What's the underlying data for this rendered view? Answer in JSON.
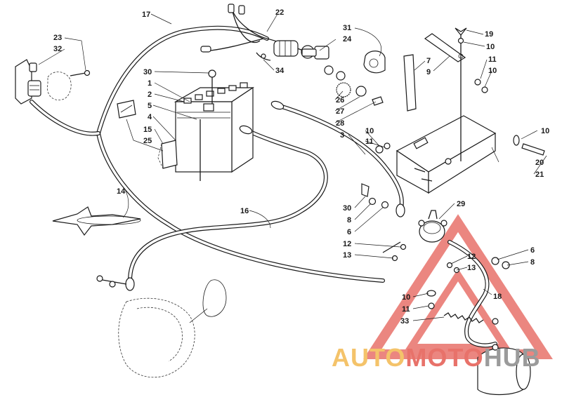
{
  "watermark": {
    "word_auto": "AUTO",
    "word_moto": "MOTO",
    "word_hub": "HUB",
    "color_auto": "#f4c36a",
    "color_moto": "#e8726a",
    "color_hub": "#9b9b9b",
    "triangle_color": "#e8726a"
  },
  "callouts": [
    {
      "id": "c17a",
      "label": "17"
    },
    {
      "id": "c22",
      "label": "22"
    },
    {
      "id": "c23",
      "label": "23"
    },
    {
      "id": "c32",
      "label": "32"
    },
    {
      "id": "c34",
      "label": "34"
    },
    {
      "id": "c31",
      "label": "31"
    },
    {
      "id": "c24",
      "label": "24"
    },
    {
      "id": "c19",
      "label": "19"
    },
    {
      "id": "c10a",
      "label": "10"
    },
    {
      "id": "c7",
      "label": "7"
    },
    {
      "id": "c9",
      "label": "9"
    },
    {
      "id": "c11a",
      "label": "11"
    },
    {
      "id": "c10b",
      "label": "10"
    },
    {
      "id": "c30a",
      "label": "30"
    },
    {
      "id": "c1",
      "label": "1"
    },
    {
      "id": "c2",
      "label": "2"
    },
    {
      "id": "c5",
      "label": "5"
    },
    {
      "id": "c4",
      "label": "4"
    },
    {
      "id": "c15",
      "label": "15"
    },
    {
      "id": "c25",
      "label": "25"
    },
    {
      "id": "c26",
      "label": "26"
    },
    {
      "id": "c27",
      "label": "27"
    },
    {
      "id": "c28",
      "label": "28"
    },
    {
      "id": "c3",
      "label": "3"
    },
    {
      "id": "c10c",
      "label": "10"
    },
    {
      "id": "c11b",
      "label": "11"
    },
    {
      "id": "c10d",
      "label": "10"
    },
    {
      "id": "c20",
      "label": "20"
    },
    {
      "id": "c21",
      "label": "21"
    },
    {
      "id": "c14",
      "label": "14"
    },
    {
      "id": "c16",
      "label": "16"
    },
    {
      "id": "c30b",
      "label": "30"
    },
    {
      "id": "c8a",
      "label": "8"
    },
    {
      "id": "c6a",
      "label": "6"
    },
    {
      "id": "c29",
      "label": "29"
    },
    {
      "id": "c12a",
      "label": "12"
    },
    {
      "id": "c13a",
      "label": "13"
    },
    {
      "id": "c12b",
      "label": "12"
    },
    {
      "id": "c13b",
      "label": "13"
    },
    {
      "id": "c6b",
      "label": "6"
    },
    {
      "id": "c8b",
      "label": "8"
    },
    {
      "id": "c18",
      "label": "18"
    },
    {
      "id": "c10e",
      "label": "10"
    },
    {
      "id": "c11c",
      "label": "11"
    },
    {
      "id": "c33",
      "label": "33"
    }
  ]
}
